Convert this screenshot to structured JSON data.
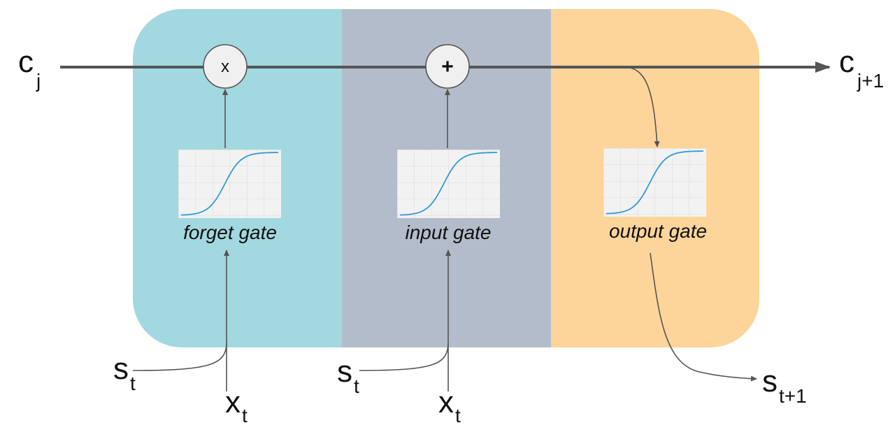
{
  "colors": {
    "forget_panel": "#a2d8df",
    "input_panel": "#b2bcca",
    "output_panel": "#fdd49a",
    "arrow": "#555555",
    "sigmoid_curve": "#2e9bd6",
    "grid_bg": "#f2f2f2",
    "operator_fill": "#f0f0f0"
  },
  "cell_state": {
    "input": {
      "base": "c",
      "sub": "j"
    },
    "output": {
      "base": "c",
      "sub": "j+1"
    }
  },
  "operators": {
    "multiply": "x",
    "add": "+"
  },
  "gates": [
    {
      "label": "forget gate",
      "icon": "sigmoid-plot-icon"
    },
    {
      "label": "input gate",
      "icon": "sigmoid-plot-icon"
    },
    {
      "label": "output gate",
      "icon": "sigmoid-plot-icon"
    }
  ],
  "inputs": {
    "s_forget": {
      "base": "s",
      "sub": "t"
    },
    "x_forget": {
      "base": "x",
      "sub": "t"
    },
    "s_input": {
      "base": "s",
      "sub": "t"
    },
    "x_input": {
      "base": "x",
      "sub": "t"
    },
    "s_out": {
      "base": "s",
      "sub": "t+1"
    }
  }
}
